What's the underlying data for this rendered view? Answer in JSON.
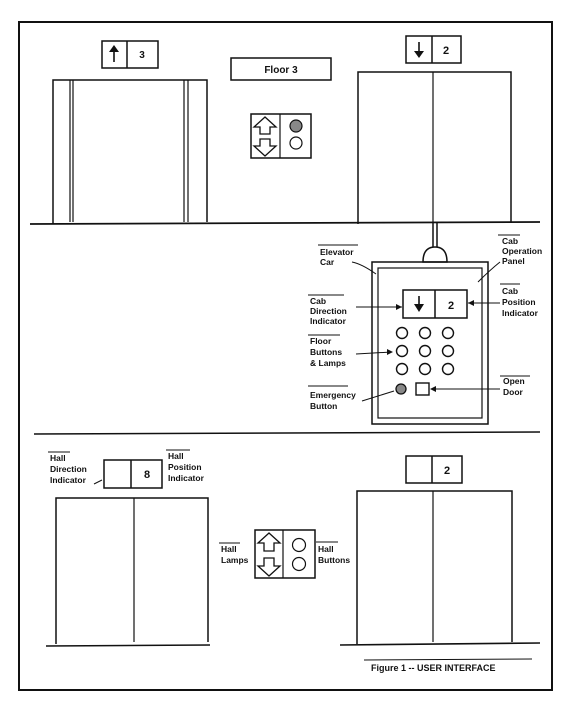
{
  "floor_sign": "Floor 3",
  "upper_left_indicator": {
    "arrow": "up",
    "floor": "3"
  },
  "upper_right_indicator": {
    "arrow": "down",
    "floor": "2"
  },
  "cab_indicator": {
    "arrow": "down",
    "floor": "2"
  },
  "lower_left_indicator": {
    "floor": "8"
  },
  "lower_right_indicator": {
    "floor": "2"
  },
  "labels": {
    "elevator_car": [
      "Elevator",
      "Car"
    ],
    "cab_operation_panel": [
      "Cab",
      "Operation",
      "Panel"
    ],
    "cab_direction_indicator": [
      "Cab",
      "Direction",
      "Indicator"
    ],
    "cab_position_indicator": [
      "Cab",
      "Position",
      "Indicator"
    ],
    "floor_buttons": [
      "Floor",
      "Buttons",
      "& Lamps"
    ],
    "emergency_button": [
      "Emergency",
      "Button"
    ],
    "open_door": [
      "Open",
      "Door"
    ],
    "hall_direction_indicator": [
      "Hall",
      "Direction",
      "Indicator"
    ],
    "hall_position_indicator": [
      "Hall",
      "Position",
      "Indicator"
    ],
    "hall_lamps": [
      "Hall",
      "Lamps"
    ],
    "hall_buttons": [
      "Hall",
      "Buttons"
    ]
  },
  "caption": "Figure 1 -- USER INTERFACE"
}
